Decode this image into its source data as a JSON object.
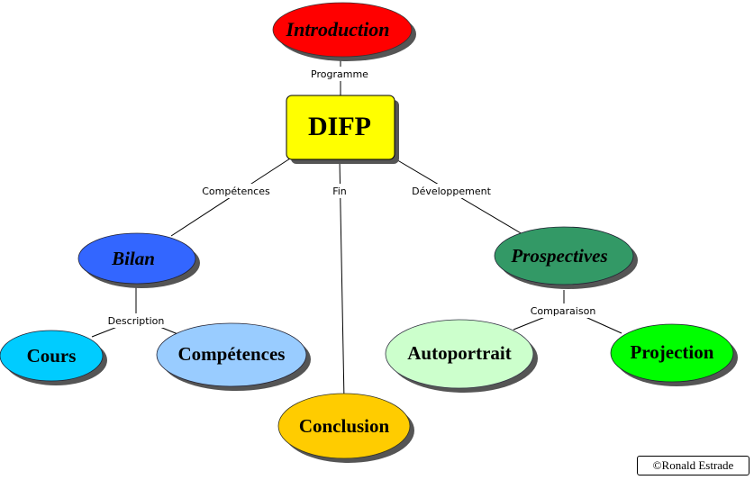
{
  "diagram": {
    "nodes": {
      "introduction": {
        "label": "Introduction",
        "color": "#ff0000"
      },
      "difp": {
        "label": "DIFP",
        "color": "#ffff00"
      },
      "bilan": {
        "label": "Bilan",
        "color": "#3366ff"
      },
      "prospectives": {
        "label": "Prospectives",
        "color": "#339966"
      },
      "cours": {
        "label": "Cours",
        "color": "#00ccff"
      },
      "competences": {
        "label": "Compétences",
        "color": "#99ccff"
      },
      "conclusion": {
        "label": "Conclusion",
        "color": "#ffcc00"
      },
      "autoportrait": {
        "label": "Autoportrait",
        "color": "#ccffcc"
      },
      "projection": {
        "label": "Projection",
        "color": "#00ff00"
      }
    },
    "links": {
      "programme": "Programme",
      "competences": "Compétences",
      "fin": "Fin",
      "developpement": "Développement",
      "description": "Description",
      "comparaison": "Comparaison"
    },
    "copyright": "©Ronald Estrade"
  }
}
